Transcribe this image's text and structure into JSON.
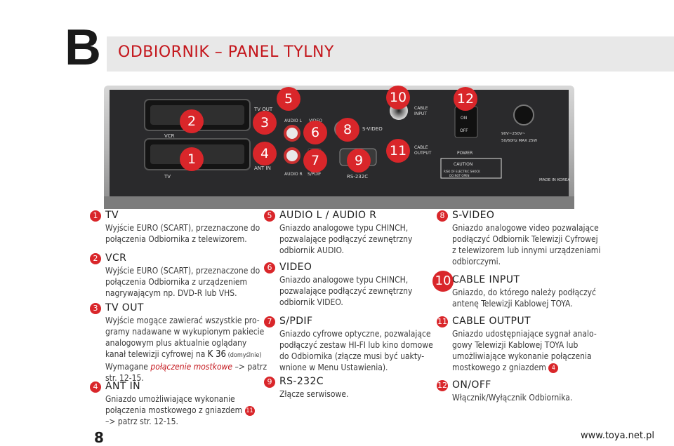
{
  "header": {
    "letter": "B",
    "title": "ODBIORNIK – PANEL TYLNY"
  },
  "device": {
    "badges": [
      "1",
      "2",
      "3",
      "4",
      "5",
      "6",
      "7",
      "8",
      "9",
      "10",
      "11",
      "12"
    ],
    "labels": {
      "tv_out": "TV OUT",
      "ant_in": "ANT IN",
      "vcr": "VCR",
      "tv": "TV",
      "audio_l": "AUDIO L",
      "audio_r": "AUDIO R",
      "video": "VIDEO",
      "spdif": "S/PDIF",
      "svideo": "S-VIDEO",
      "rs232": "RS-232C",
      "cable_input": [
        "CABLE",
        "INPUT"
      ],
      "cable_output": [
        "CABLE",
        "OUTPUT"
      ],
      "on": "ON",
      "off": "OFF",
      "power": "POWER",
      "voltage": "90V~250V~",
      "freq": "50/60Hz MAX 25W",
      "caution": "CAUTION",
      "risk": [
        "RISK OF ELECTRIC SHOCK",
        "DO NOT OPEN"
      ],
      "made_in": "MADE IN KOREA"
    }
  },
  "items": {
    "i1": {
      "num": "1",
      "head": "TV",
      "lines": [
        "Wyjście EURO (SCART), przeznaczone do",
        "połączenia Odbiornika z telewizorem."
      ]
    },
    "i2": {
      "num": "2",
      "head": "VCR",
      "lines": [
        "Wyjście EURO (SCART), przeznaczone do",
        "połączenia Odbiornika z urządzeniem",
        "nagrywającym np. DVD-R lub VHS."
      ]
    },
    "i3": {
      "num": "3",
      "head": "TV OUT",
      "lines": [
        "Wyjście mogące zawierać wszystkie pro-",
        "gramy nadawane w wykupionym pakiecie",
        "analogowym plus aktualnie oglądany"
      ],
      "line4_a": "kanał telewizji cyfrowej na ",
      "line4_ch": "K 36",
      "line4_b": " (domyślnie)",
      "line5_a": "Wymagane ",
      "line5_em": "połączenie mostkowe",
      "line5_b": " –> patrz",
      "line6": "str. 12-15."
    },
    "i4": {
      "num": "4",
      "head": "ANT IN",
      "line1": "Gniazdo umożliwiające wykonanie",
      "line2": "połączenia mostkowego z gniazdem ",
      "badge": "11",
      "line3": "–> patrz str. 12-15."
    },
    "i5": {
      "num": "5",
      "head": "AUDIO L / AUDIO R",
      "lines": [
        "Gniazdo analogowe typu CHINCH,",
        "pozwalające podłączyć zewnętrzny",
        "odbiornik AUDIO."
      ]
    },
    "i6": {
      "num": "6",
      "head": "VIDEO",
      "lines": [
        "Gniazdo analogowe typu CHINCH,",
        "pozwalające podłączyć zewnętrzny",
        "odbiornik VIDEO."
      ]
    },
    "i7": {
      "num": "7",
      "head": "S/PDIF",
      "lines": [
        "Gniazdo cyfrowe optyczne, pozwalające",
        "podłączyć zestaw HI-FI lub kino domowe",
        "do Odbiornika (złącze musi być uakty-",
        "wnione w Menu Ustawienia)."
      ]
    },
    "i8": {
      "num": "8",
      "head": "S-VIDEO",
      "lines": [
        "Gniazdo analogowe video pozwalające",
        "podłączyć Odbiornik Telewizji Cyfrowej",
        "z telewizorem lub innymi urządzeniami",
        "odbiorczymi."
      ]
    },
    "i9": {
      "num": "9",
      "head": "RS-232C",
      "lines": [
        "Złącze serwisowe."
      ]
    },
    "i10": {
      "num": "10",
      "head": "CABLE INPUT",
      "lines": [
        "Gniazdo, do którego należy podłączyć",
        "antenę Telewizji Kablowej TOYA."
      ]
    },
    "i11": {
      "num": "11",
      "head": "CABLE OUTPUT",
      "lines": [
        "Gniazdo udostępniające sygnał analo-",
        "gowy Telewizji Kablowej TOYA lub",
        "umożliwiające wykonanie połączenia"
      ],
      "line4": "mostkowego z gniazdem ",
      "badge": "4"
    },
    "i12": {
      "num": "12",
      "head": "ON/OFF",
      "lines": [
        "Włącznik/Wyłącznik Odbiornika."
      ]
    }
  },
  "footer": {
    "page": "8",
    "website": "www.toya.net.pl"
  },
  "colors": {
    "accent": "#d9262a",
    "title": "#c4161c",
    "panel": "#2a2a2c"
  }
}
